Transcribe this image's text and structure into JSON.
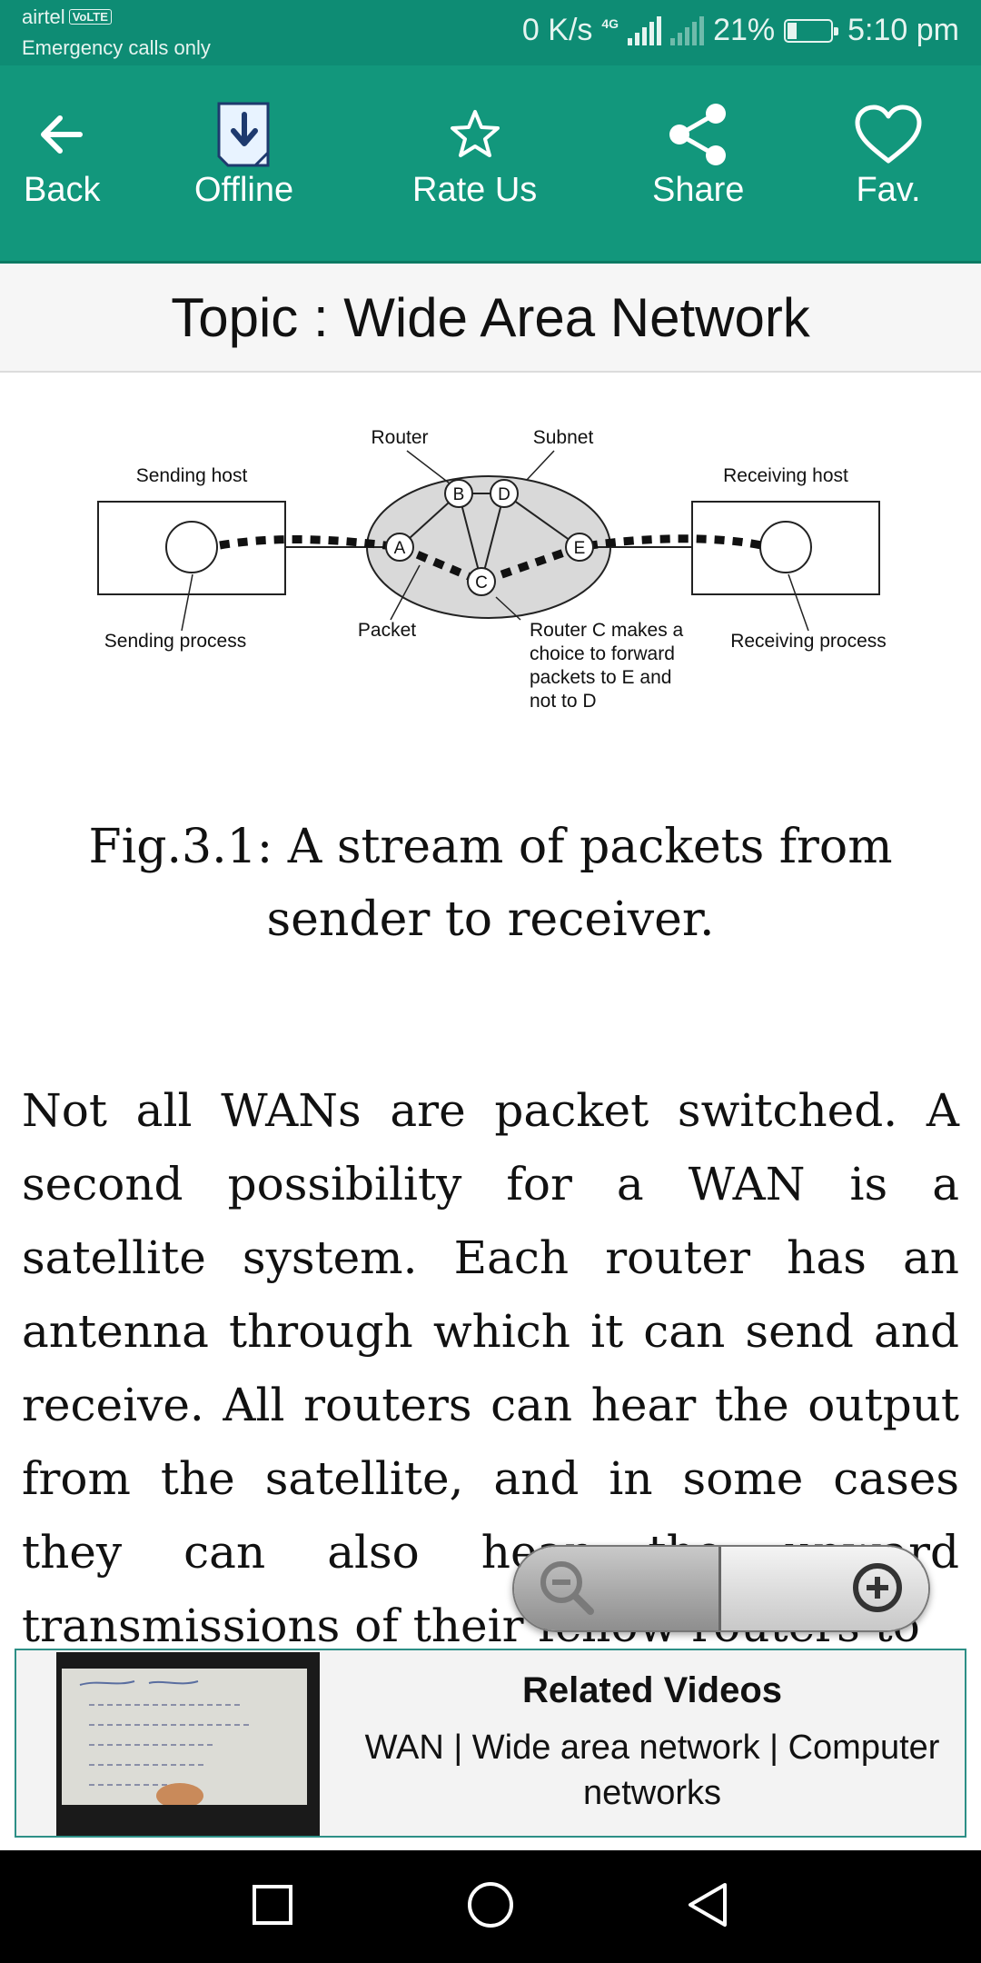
{
  "status_bar": {
    "carrier": "airtel",
    "volte": "VoLTE",
    "emergency": "Emergency calls only",
    "speed": "0 K/s",
    "network": "4G",
    "battery_percent": "21%",
    "battery_level": 0.21,
    "time": "5:10 pm",
    "background_color": "#0e8c74"
  },
  "toolbar": {
    "background_color": "#12977c",
    "items": [
      {
        "label": "Back",
        "icon": "arrow-left-icon"
      },
      {
        "label": "Offline",
        "icon": "download-icon"
      },
      {
        "label": "Rate Us",
        "icon": "star-icon"
      },
      {
        "label": "Share",
        "icon": "share-icon"
      },
      {
        "label": "Fav.",
        "icon": "heart-icon"
      }
    ]
  },
  "topic": {
    "title": "Topic : Wide Area Network"
  },
  "figure": {
    "labels": {
      "router": "Router",
      "subnet": "Subnet",
      "sending_host": "Sending host",
      "receiving_host": "Receiving host",
      "sending_process": "Sending process",
      "receiving_process": "Receiving process",
      "packet": "Packet",
      "note_line1": "Router C makes a",
      "note_line2": "choice to forward",
      "note_line3": "packets to E and",
      "note_line4": "not to D"
    },
    "nodes": [
      "A",
      "B",
      "C",
      "D",
      "E"
    ]
  },
  "caption": "Fig.3.1: A stream of packets from sender to receiver.",
  "body_text": "Not all WANs are packet switched. A second possibility for a WAN is a satellite system. Each router has an antenna through which it can send and receive. All routers can hear the output from the satellite, and in some cases they can also hear the upward transmissions of their fellow routers to",
  "zoom": {
    "zoom_out_icon": "zoom-out-icon",
    "zoom_in_icon": "zoom-in-icon"
  },
  "related": {
    "heading": "Related Videos",
    "title": "WAN | Wide area network | Computer networks",
    "border_color": "#2d8f86"
  },
  "nav_bar": {
    "buttons": [
      "recents-icon",
      "home-icon",
      "back-triangle-icon"
    ]
  }
}
